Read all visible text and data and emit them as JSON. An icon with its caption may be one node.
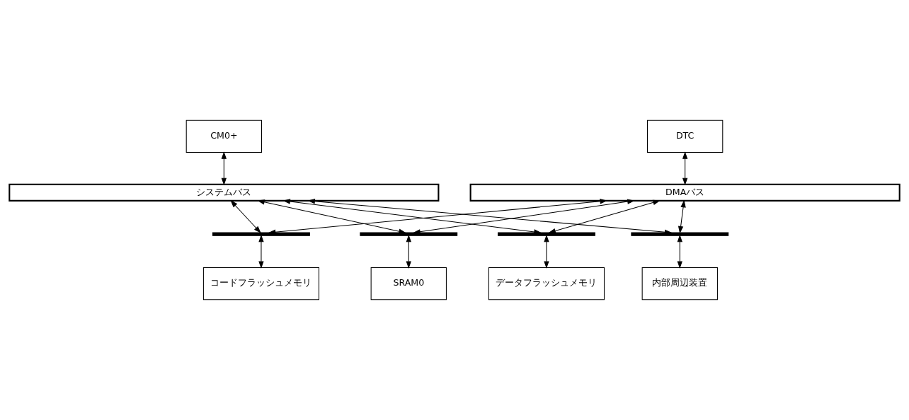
{
  "diagram": {
    "nodes": [
      {
        "text": [
          "CM0+"
        ]
      },
      {
        "text": [
          "DTC"
        ]
      },
      {
        "text": [
          "システムバス"
        ]
      },
      {
        "text": [
          "DMAバス"
        ]
      },
      {
        "text": [],
        "shape": "bar"
      },
      {
        "text": [],
        "shape": "bar"
      },
      {
        "text": [],
        "shape": "bar"
      },
      {
        "text": [],
        "shape": "bar"
      },
      {
        "text": [
          "コードフラッシュメモリ"
        ]
      },
      {
        "text": [
          "SRAM0"
        ]
      },
      {
        "text": [
          "データフラッシュメモリ"
        ]
      },
      {
        "text": [
          "内部周辺装置"
        ]
      }
    ],
    "edges": [
      {
        "from": 0,
        "to": 2,
        "arrow": "both"
      },
      {
        "from": 1,
        "to": 3,
        "arrow": "both"
      },
      {
        "from": 2,
        "to": 4,
        "arrow": "both"
      },
      {
        "from": 3,
        "to": 4,
        "arrow": "both"
      },
      {
        "from": 2,
        "to": 5,
        "arrow": "both"
      },
      {
        "from": 3,
        "to": 5,
        "arrow": "both"
      },
      {
        "from": 2,
        "to": 6,
        "arrow": "both"
      },
      {
        "from": 3,
        "to": 6,
        "arrow": "both"
      },
      {
        "from": 2,
        "to": 7,
        "arrow": "both"
      },
      {
        "from": 3,
        "to": 7,
        "arrow": "both"
      },
      {
        "from": 4,
        "to": 8,
        "arrow": "both"
      },
      {
        "from": 5,
        "to": 9,
        "arrow": "both"
      },
      {
        "from": 6,
        "to": 10,
        "arrow": "both"
      },
      {
        "from": 7,
        "to": 11,
        "arrow": "both"
      }
    ]
  }
}
